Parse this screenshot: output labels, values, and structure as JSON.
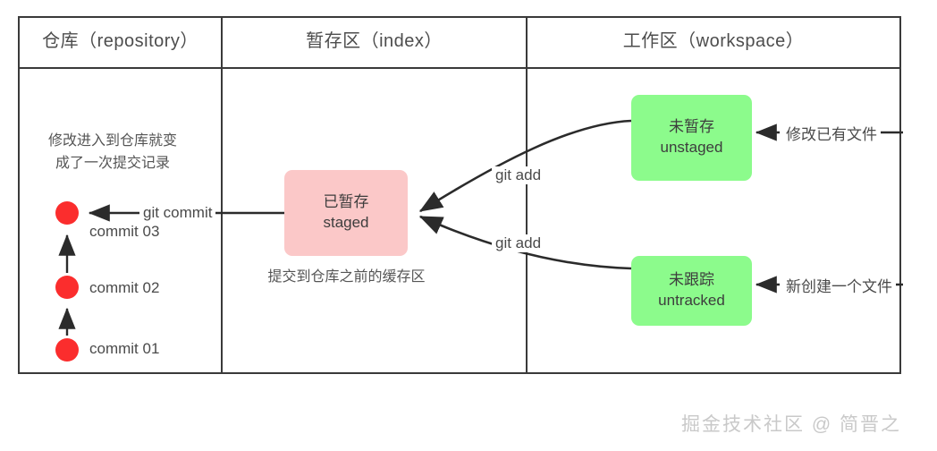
{
  "diagram": {
    "title": "Git areas diagram",
    "columns": [
      {
        "id": "repository",
        "label": "仓库（repository）"
      },
      {
        "id": "index",
        "label": "暂存区（index）"
      },
      {
        "id": "workspace",
        "label": "工作区（workspace）"
      }
    ],
    "nodes": {
      "staged": {
        "cn": "已暂存",
        "en": "staged",
        "color": "#FBC8C8"
      },
      "unstaged": {
        "cn": "未暂存",
        "en": "unstaged",
        "color": "#8CFB8C"
      },
      "untracked": {
        "cn": "未跟踪",
        "en": "untracked",
        "color": "#8CFB8C"
      }
    },
    "notes": {
      "repository_note_line1": "修改进入到仓库就变",
      "repository_note_line2": "成了一次提交记录",
      "staged_caption": "提交到仓库之前的缓存区"
    },
    "edge_labels": {
      "git_commit": "git commit",
      "git_add_top": "git add",
      "git_add_bottom": "git add",
      "modify_existing_file": "修改已有文件",
      "create_new_file": "新创建一个文件"
    },
    "commits": [
      {
        "id": "commit03",
        "label": "commit  03",
        "color": "#FB2D2D"
      },
      {
        "id": "commit02",
        "label": "commit  02",
        "color": "#FB2D2D"
      },
      {
        "id": "commit01",
        "label": "commit  01",
        "color": "#FB2D2D"
      }
    ],
    "watermark": "掘金技术社区 @ 简晋之",
    "colors": {
      "border": "#3a3a3a",
      "text": "#555555",
      "commit_dot": "#FB2D2D",
      "staged_box": "#FBC8C8",
      "work_box": "#8CFB8C",
      "watermark": "#c9c9c9"
    }
  }
}
